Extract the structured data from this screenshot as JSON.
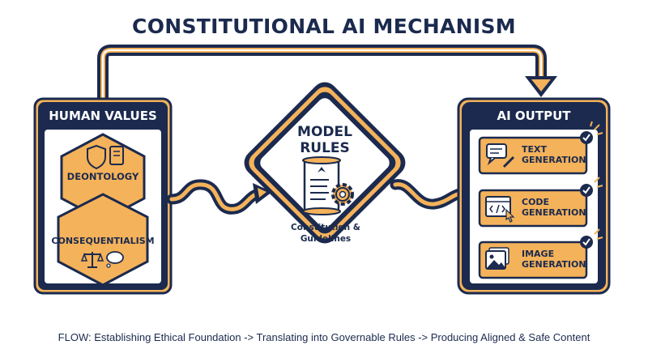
{
  "title": "CONSTITUTIONAL AI MECHANISM",
  "human_values": {
    "heading": "HUMAN VALUES",
    "deontology": "DEONTOLOGY",
    "consequentialism": "CONSEQUENTIALISM"
  },
  "model_rules": {
    "heading_line1": "MODEL",
    "heading_line2": "RULES",
    "caption_line1": "Constitution &",
    "caption_line2": "Guidelines"
  },
  "ai_output": {
    "heading": "AI OUTPUT",
    "items": [
      {
        "line1": "TEXT",
        "line2": "GENERATION",
        "icon": "chat-pencil-icon"
      },
      {
        "line1": "CODE",
        "line2": "GENERATION",
        "icon": "code-window-icon"
      },
      {
        "line1": "IMAGE",
        "line2": "GENERATION",
        "icon": "image-icon"
      }
    ]
  },
  "footer": "FLOW: Establishing Ethical Foundation -> Translating into Governable Rules -> Producing Aligned & Safe Content",
  "colors": {
    "navy": "#1b2a4e",
    "orange": "#f4b25a",
    "orange_outline": "#d98c2b",
    "background": "#ffffff"
  }
}
